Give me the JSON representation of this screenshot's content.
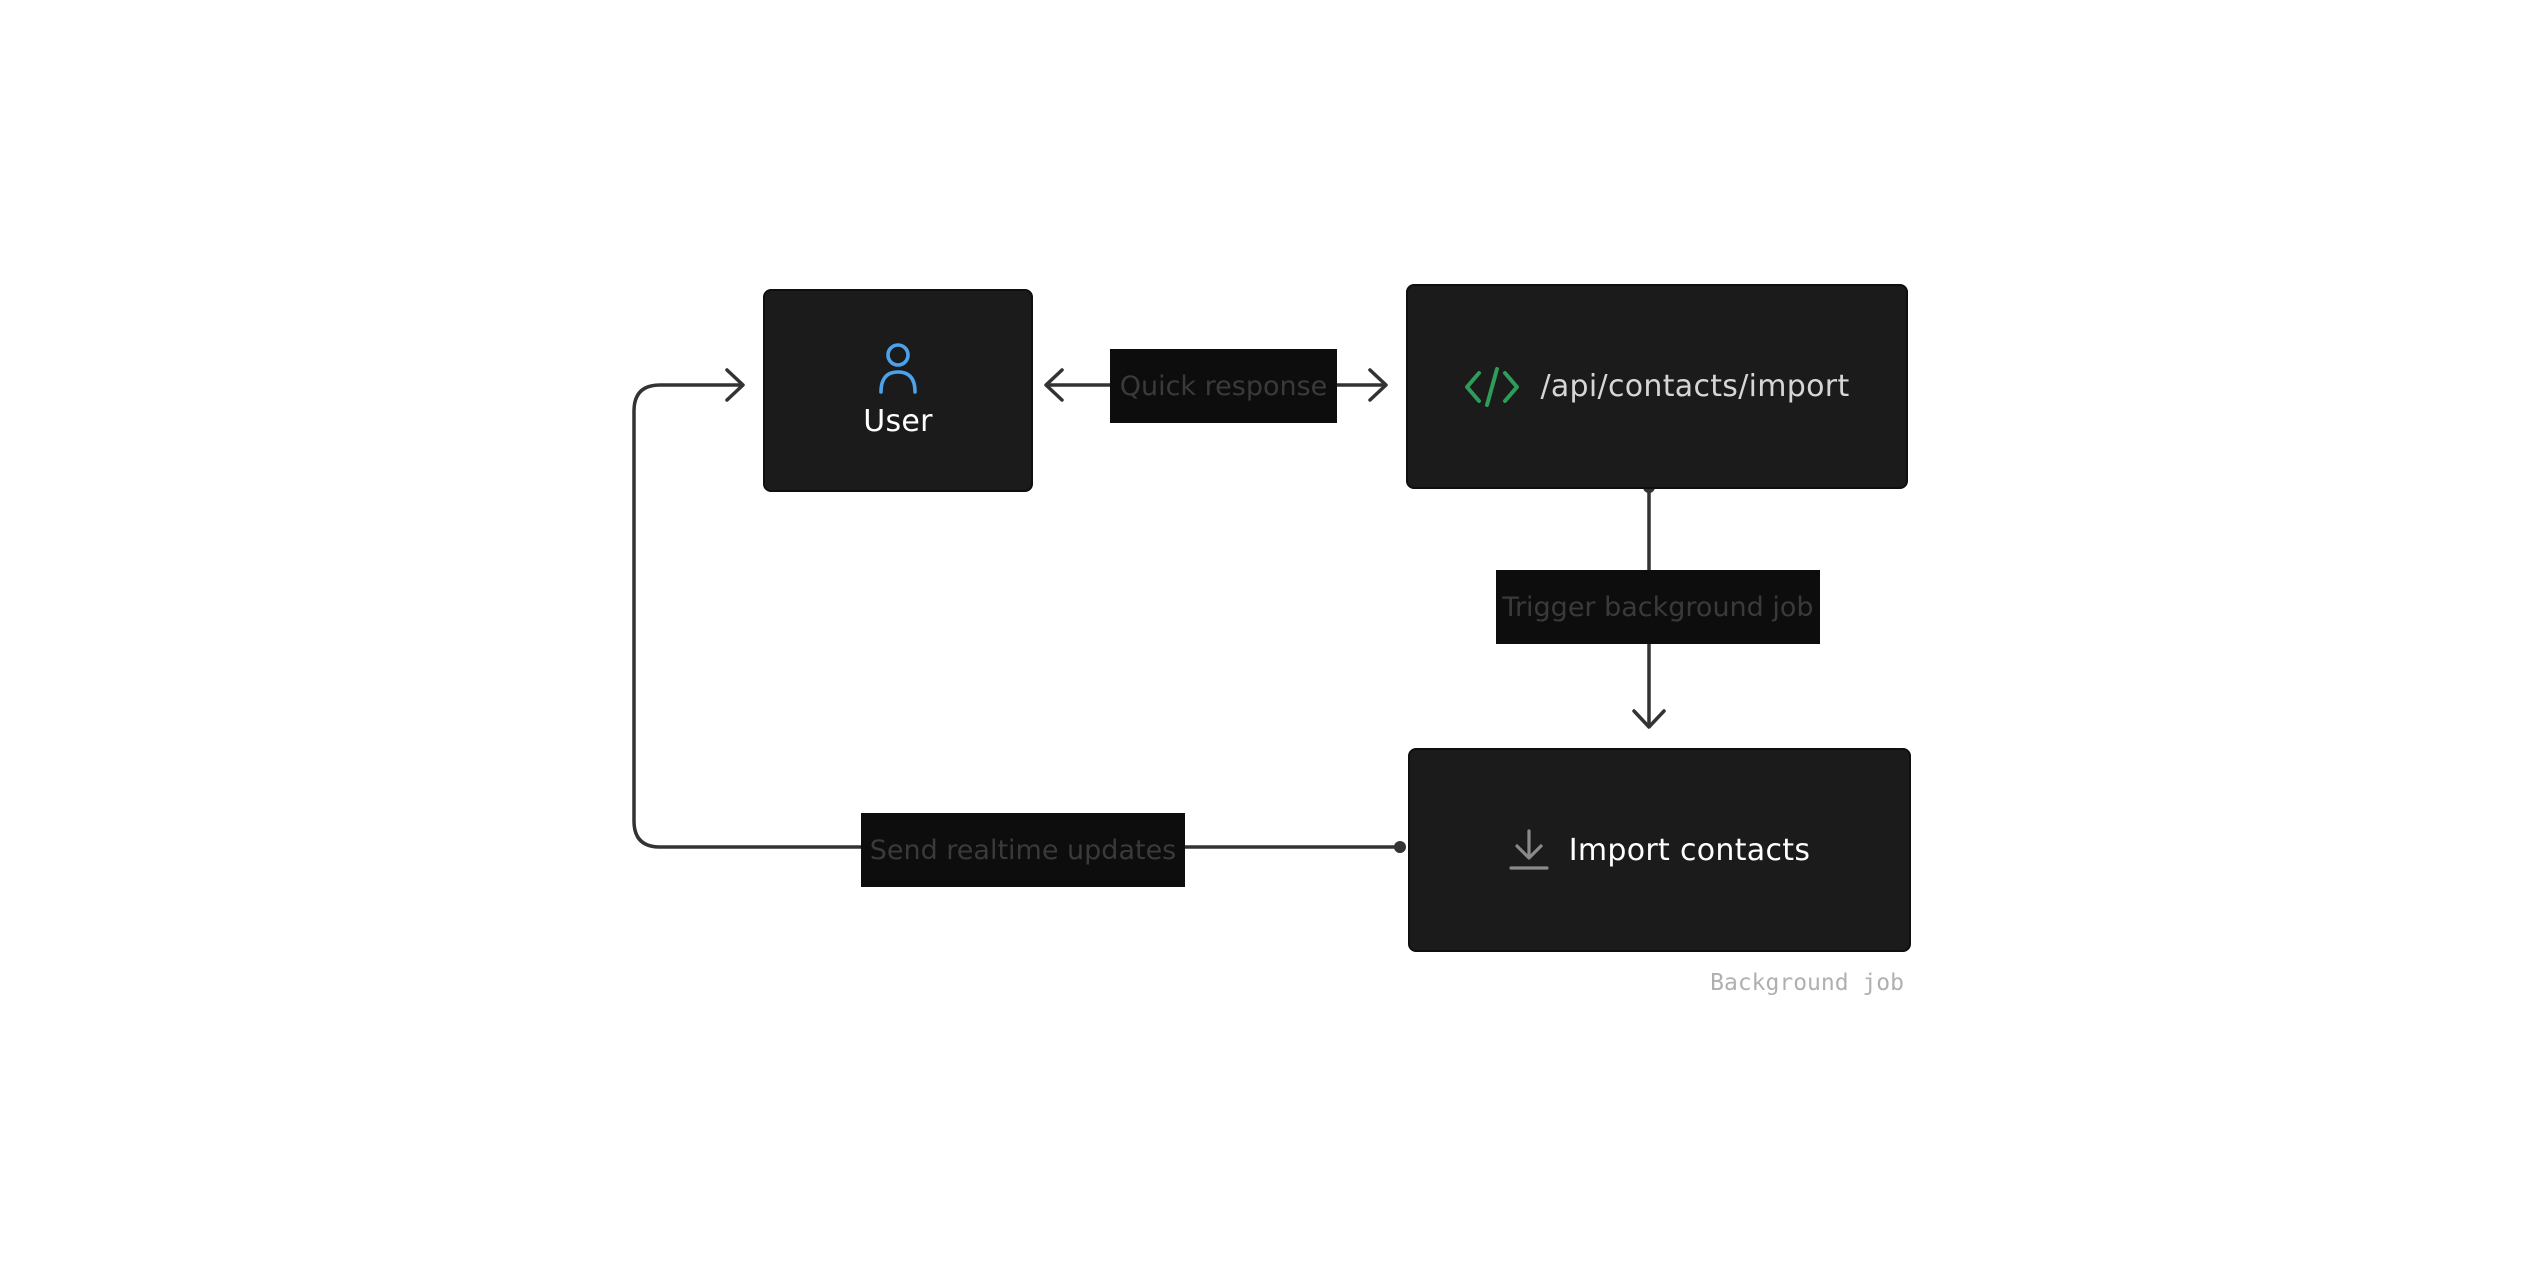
{
  "nodes": {
    "user": {
      "label": "User",
      "icon": "user-icon",
      "icon_color": "#4aa3ec"
    },
    "api": {
      "label": "/api/contacts/import",
      "icon": "code-icon",
      "icon_color": "#2e9c5a"
    },
    "import": {
      "label": "Import contacts",
      "icon": "download-icon",
      "icon_color": "#8a8a8a"
    }
  },
  "edges": {
    "quick_response": {
      "label": "Quick response"
    },
    "trigger_job": {
      "label": "Trigger background job"
    },
    "realtime_updates": {
      "label": "Send realtime updates"
    }
  },
  "caption": "Background job",
  "colors": {
    "background": "#ffffff",
    "node_fill": "#1b1b1b",
    "connector": "#333333",
    "label_fill": "#0d0d0d",
    "label_text": "#3a3a3a"
  }
}
